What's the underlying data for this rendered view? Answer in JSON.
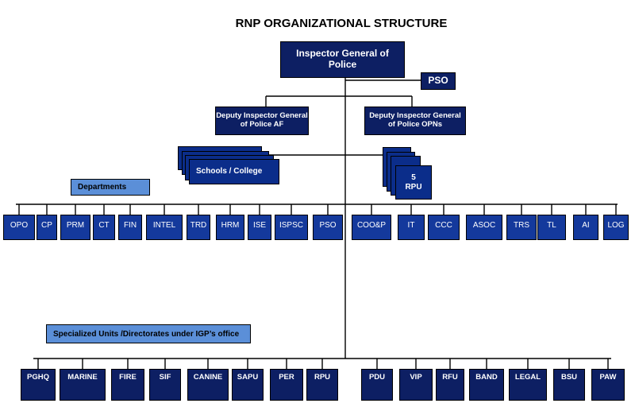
{
  "title": "RNP ORGANIZATIONAL STRUCTURE",
  "nodes": {
    "igp": "Inspector General of Police",
    "pso": "PSO",
    "dig_af": "Deputy Inspector General of Police AF",
    "dig_opns": "Deputy Inspector General of Police OPNs",
    "schools": "Schools / College",
    "rpu_count": "5",
    "rpu_label": "RPU"
  },
  "labels": {
    "departments": "Departments",
    "specialized": "Specialized Units /Directorates under IGP’s office"
  },
  "departments": [
    "OPO",
    "CP",
    "PRM",
    "CT",
    "FIN",
    "INTEL",
    "TRD",
    "HRM",
    "ISE",
    "ISPSC",
    "PSO",
    "COO&P",
    "IT",
    "CCC",
    "ASOC",
    "TRS",
    "TL",
    "AI",
    "LOG"
  ],
  "units": [
    "PGHQ",
    "MARINE",
    "FIRE",
    "SIF",
    "CANINE",
    "SAPU",
    "PER",
    "RPU",
    "PDU",
    "VIP",
    "RFU",
    "BAND",
    "LEGAL",
    "BSU",
    "PAW"
  ],
  "colors": {
    "navy": "#0d1f63",
    "blue": "#14399c",
    "label_blue": "#5b8fd8"
  }
}
